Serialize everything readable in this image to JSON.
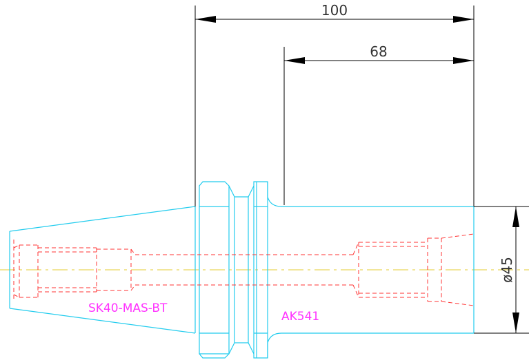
{
  "dimensions": {
    "total_length": "100",
    "shank_length": "68",
    "diameter": "ø45"
  },
  "labels": {
    "taper_spec": "SK40-MAS-BT",
    "part_number": "AK541"
  },
  "colors": {
    "outline": "#22ccee",
    "hidden_lines": "#ff3333",
    "centerline": "#e6cc33",
    "labels": "#ff33ff",
    "dimensions": "#000000"
  }
}
